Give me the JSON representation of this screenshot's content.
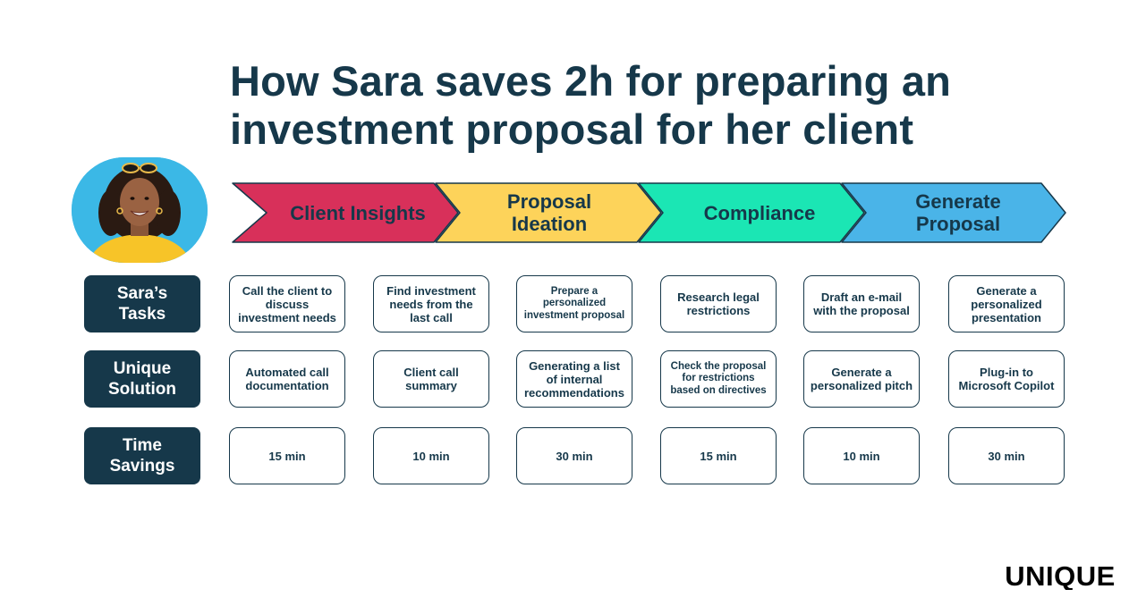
{
  "title": {
    "line1": "How Sara saves 2h for preparing an",
    "line2": "investment proposal for her client"
  },
  "stages": [
    {
      "line1": "Client Insights",
      "line2": "",
      "color": "#d8305a"
    },
    {
      "line1": "Proposal",
      "line2": "Ideation",
      "color": "#fdd35a"
    },
    {
      "line1": "Compliance",
      "line2": "",
      "color": "#1be6b4"
    },
    {
      "line1": "Generate",
      "line2": "Proposal",
      "color": "#4ab4e8"
    }
  ],
  "rows": [
    {
      "line1": "Sara’s",
      "line2": "Tasks"
    },
    {
      "line1": "Unique",
      "line2": "Solution"
    },
    {
      "line1": "Time",
      "line2": "Savings"
    }
  ],
  "tasks": [
    "Call the client to discuss investment needs",
    "Find investment needs from the last call",
    "Prepare a personalized investment proposal",
    "Research legal restrictions",
    "Draft an e-mail with the proposal",
    "Generate a personalized presentation"
  ],
  "solutions": [
    "Automated call documentation",
    "Client call summary",
    "Generating a list of internal recommendations",
    "Check the proposal for restrictions based on directives",
    "Generate a personalized pitch",
    "Plug-in to Microsoft Copilot"
  ],
  "savings": [
    "15 min",
    "10 min",
    "30 min",
    "15 min",
    "10 min",
    "30 min"
  ],
  "logo_text": "UNIQUE",
  "colors": {
    "dark": "#16384a",
    "avatar_bg": "#3bb8e6"
  }
}
